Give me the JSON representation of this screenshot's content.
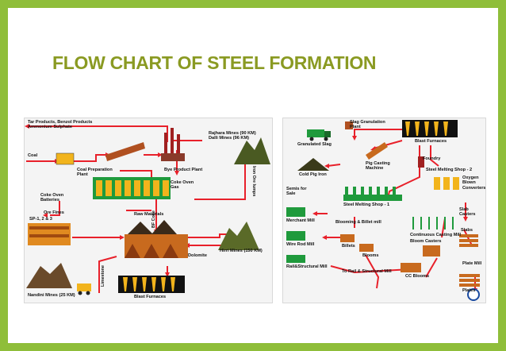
{
  "title": "FLOW CHART OF STEEL FORMATION",
  "colors": {
    "frame": "#8fbe3a",
    "title": "#8a9a22",
    "flow": "#e8202a",
    "ground": "#7a6a20",
    "furnace": "#f2b41c",
    "plant": "#1f9a3c"
  },
  "left": {
    "tar_products": "Tar Products, Benzol Products\nAmmonium Sulphate",
    "rajhara_dalli": "Rajhara Mines (90 KM)\nDalli Mines (96 KM)",
    "coal": "Coal",
    "coal_prep": "Coal Preparation\nPlant",
    "bye_product": "Bye Product Plant",
    "coke_oven_gas": "Coke Oven\nGas",
    "coke_oven_batteries": "Coke Oven\nBatteries",
    "iron_ore_lumps": "Iron Ore lumps",
    "ore_fines": "Ore Fines",
    "bf_coke": "BF Coke",
    "sp": "SP-1, 2 & 3",
    "raw_materials": "Raw Materials",
    "hirri": "Hirri Mines (150 KM)",
    "dolomite": "Dolomite",
    "limestone": "Limestone",
    "nandini": "Nandini Mines (25 KM)",
    "blast_furnaces": "Blast Furnaces"
  },
  "right": {
    "granulated_slag": "Granulated Slag",
    "slag_granulation": "Slag Granulation\nPlant",
    "blast_furnaces": "Blast Furnaces",
    "foundry": "Foundry",
    "pig_casting": "Pig Casting\nMachine",
    "cold_pig_iron": "Cold Pig Iron",
    "sms2": "Steel Melting Shop - 2",
    "oxygen_converters": "Oxygen\nBlown\nConverters",
    "semis": "Semis for\nSale",
    "sms1": "Steel Melting Shop - 1",
    "merchant_mill": "Merchant Mill",
    "blooming_billet": "Blooming & Billet mill",
    "slab_casters": "Slab\nCasters",
    "continuous_casting": "Continuous Casting Mill",
    "slabs": "Slabs",
    "wire_rod_mill": "Wire Rod Mill",
    "billets": "Billets",
    "blooms": "Blooms",
    "bloom_casters": "Bloom Casters",
    "plate_mill": "Plate Mill",
    "rail_structural": "Rail&Structural Mill",
    "to_rail": "To Rail & Structural Mill",
    "cc_blooms": "CC Blooms",
    "plates": "Plates"
  }
}
